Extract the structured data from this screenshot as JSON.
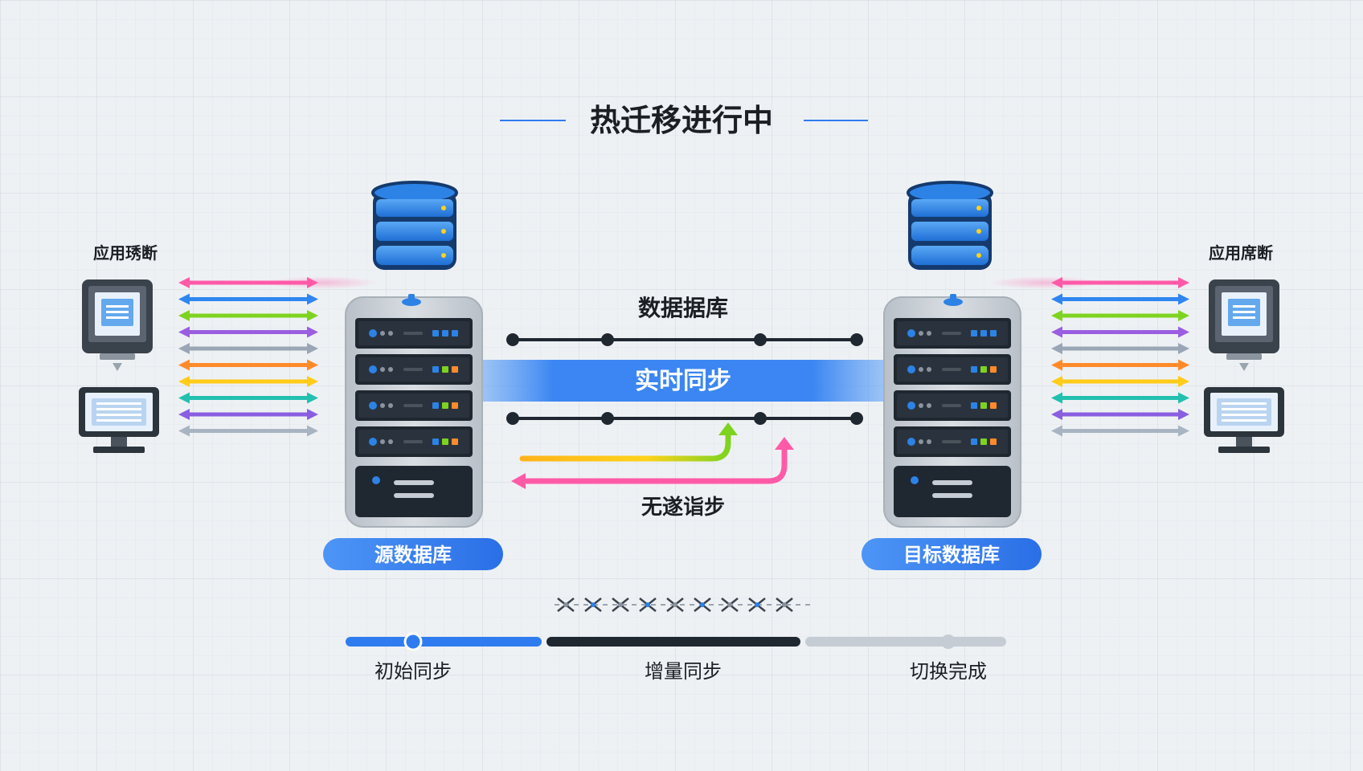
{
  "title": "热迁移进行中",
  "client_left": {
    "label": "应用琇断"
  },
  "client_right": {
    "label": "应用席断"
  },
  "source": {
    "label": "源数据库"
  },
  "target": {
    "label": "目标数据库"
  },
  "channel": {
    "top_label": "数据据库",
    "band_label": "实时同步",
    "bottom_label": "无遂诣步"
  },
  "timeline": {
    "stages": [
      {
        "label": "初始同步"
      },
      {
        "label": "增量同步"
      },
      {
        "label": "切换完成"
      }
    ]
  },
  "palette": {
    "accent": "#2f7cf0",
    "dark": "#1f2730",
    "light": "#c5ccd4",
    "link_arrows": [
      "#ff5aa8",
      "#2f86f0",
      "#7ed321",
      "#9a5ee0",
      "#9aa6b6",
      "#ff8a2a",
      "#ffcc1a",
      "#23c0b0",
      "#8a5ee0",
      "#a8b4c2"
    ]
  }
}
